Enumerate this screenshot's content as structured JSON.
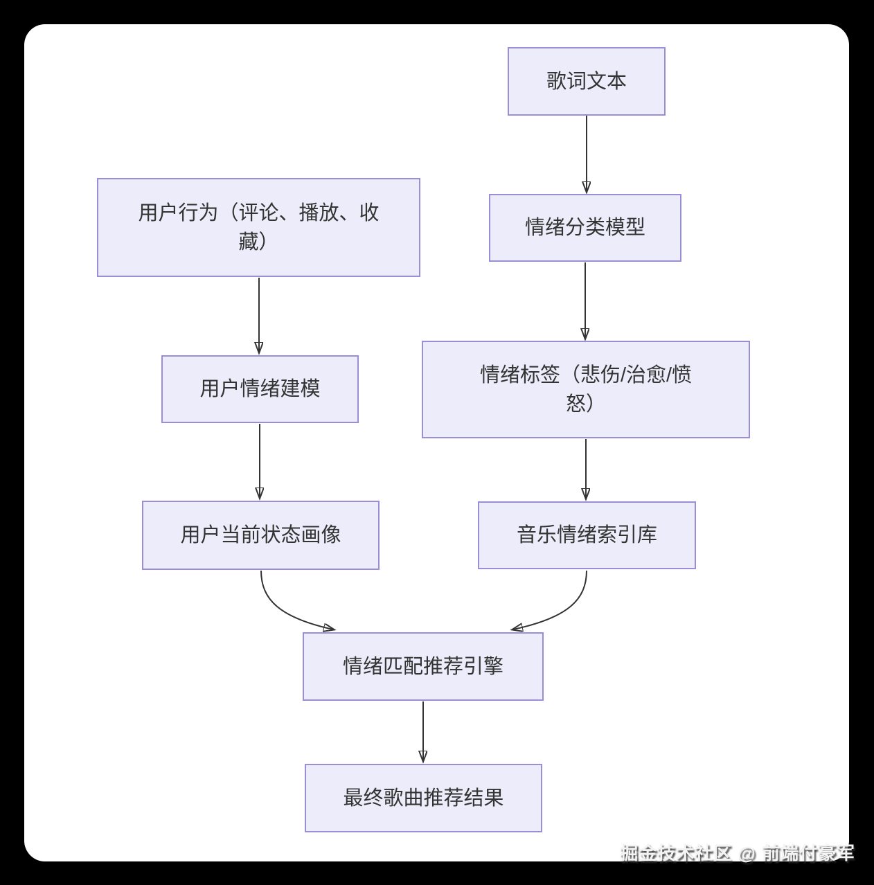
{
  "diagram": {
    "type": "flowchart",
    "direction": "top-down",
    "nodes": [
      {
        "id": "lyrics",
        "label": "歌词文本"
      },
      {
        "id": "user_behavior",
        "label": "用户行为（评论、播放、收藏）"
      },
      {
        "id": "emotion_model",
        "label": "情绪分类模型"
      },
      {
        "id": "user_emotion_modeling",
        "label": "用户情绪建模"
      },
      {
        "id": "emotion_labels",
        "label": "情绪标签（悲伤/治愈/愤怒）"
      },
      {
        "id": "user_profile",
        "label": "用户当前状态画像"
      },
      {
        "id": "music_emotion_index",
        "label": "音乐情绪索引库"
      },
      {
        "id": "matching_engine",
        "label": "情绪匹配推荐引擎"
      },
      {
        "id": "final_result",
        "label": "最终歌曲推荐结果"
      }
    ],
    "edges": [
      {
        "from": "lyrics",
        "to": "emotion_model"
      },
      {
        "from": "emotion_model",
        "to": "emotion_labels"
      },
      {
        "from": "emotion_labels",
        "to": "music_emotion_index"
      },
      {
        "from": "user_behavior",
        "to": "user_emotion_modeling"
      },
      {
        "from": "user_emotion_modeling",
        "to": "user_profile"
      },
      {
        "from": "user_profile",
        "to": "matching_engine"
      },
      {
        "from": "music_emotion_index",
        "to": "matching_engine"
      },
      {
        "from": "matching_engine",
        "to": "final_result"
      }
    ],
    "colors": {
      "page_background": "#000000",
      "canvas": "#ffffff",
      "node_fill": "#ECECFA",
      "node_border": "#9a8fd6",
      "node_text": "#333333",
      "edge": "#333333"
    }
  },
  "watermark": {
    "text": "掘金技术社区 @ 前端付豪军"
  }
}
